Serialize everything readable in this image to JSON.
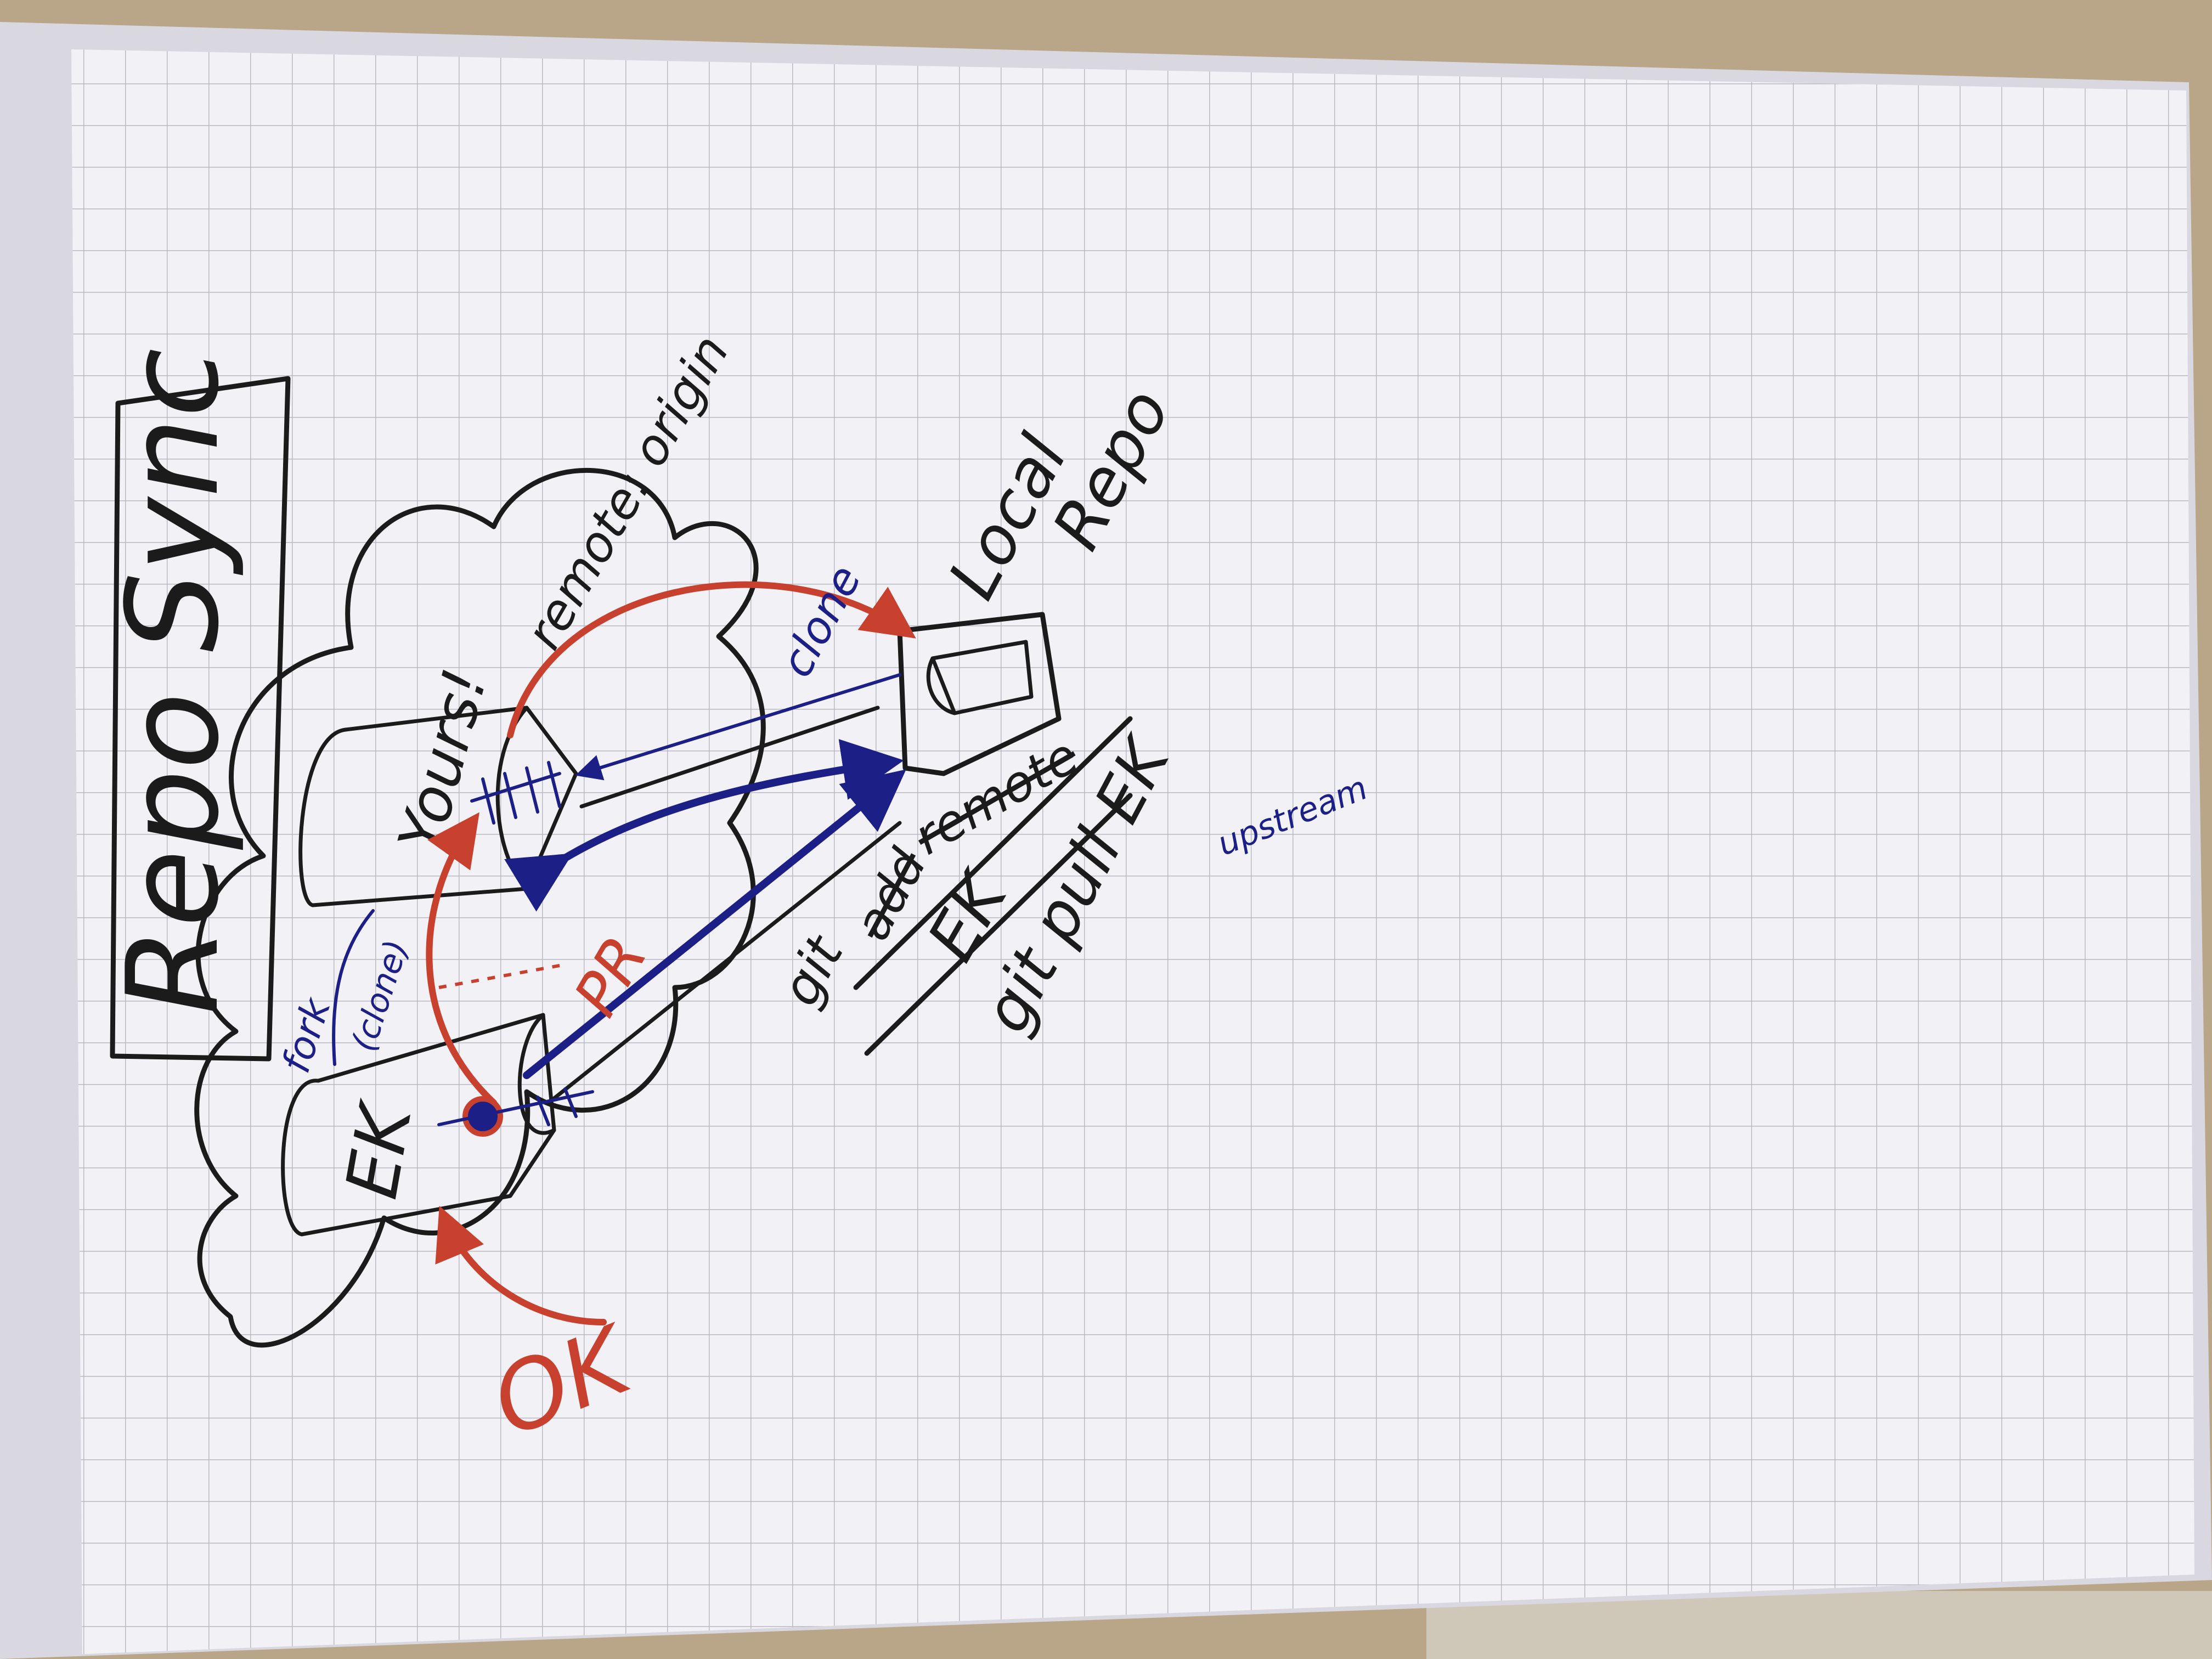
{
  "title": "Repo Sync",
  "cloud": {
    "upstream_repo_label": "EK",
    "fork_repo_label": "Yours!",
    "fork_note": "fork",
    "clone_note": "(clone)",
    "pr_label": "PR",
    "ok_label": "OK"
  },
  "local": {
    "repo_label_line1": "Local",
    "repo_label_line2": "Repo",
    "clone_label": "clone",
    "remote_origin_label": "remote: origin"
  },
  "commands": {
    "add_remote_prefix": "git",
    "add_remote_struck": "add",
    "add_remote_word": "remote",
    "add_remote_target": "EK",
    "pull_command": "git pull EK",
    "pull_note": "upstream"
  },
  "colors": {
    "black_ink": "#1b1b1b",
    "red_ink": "#c8402e",
    "blue_ink": "#1b1f86",
    "paper": "#f2f1f6",
    "grid": "#8a8a98"
  }
}
